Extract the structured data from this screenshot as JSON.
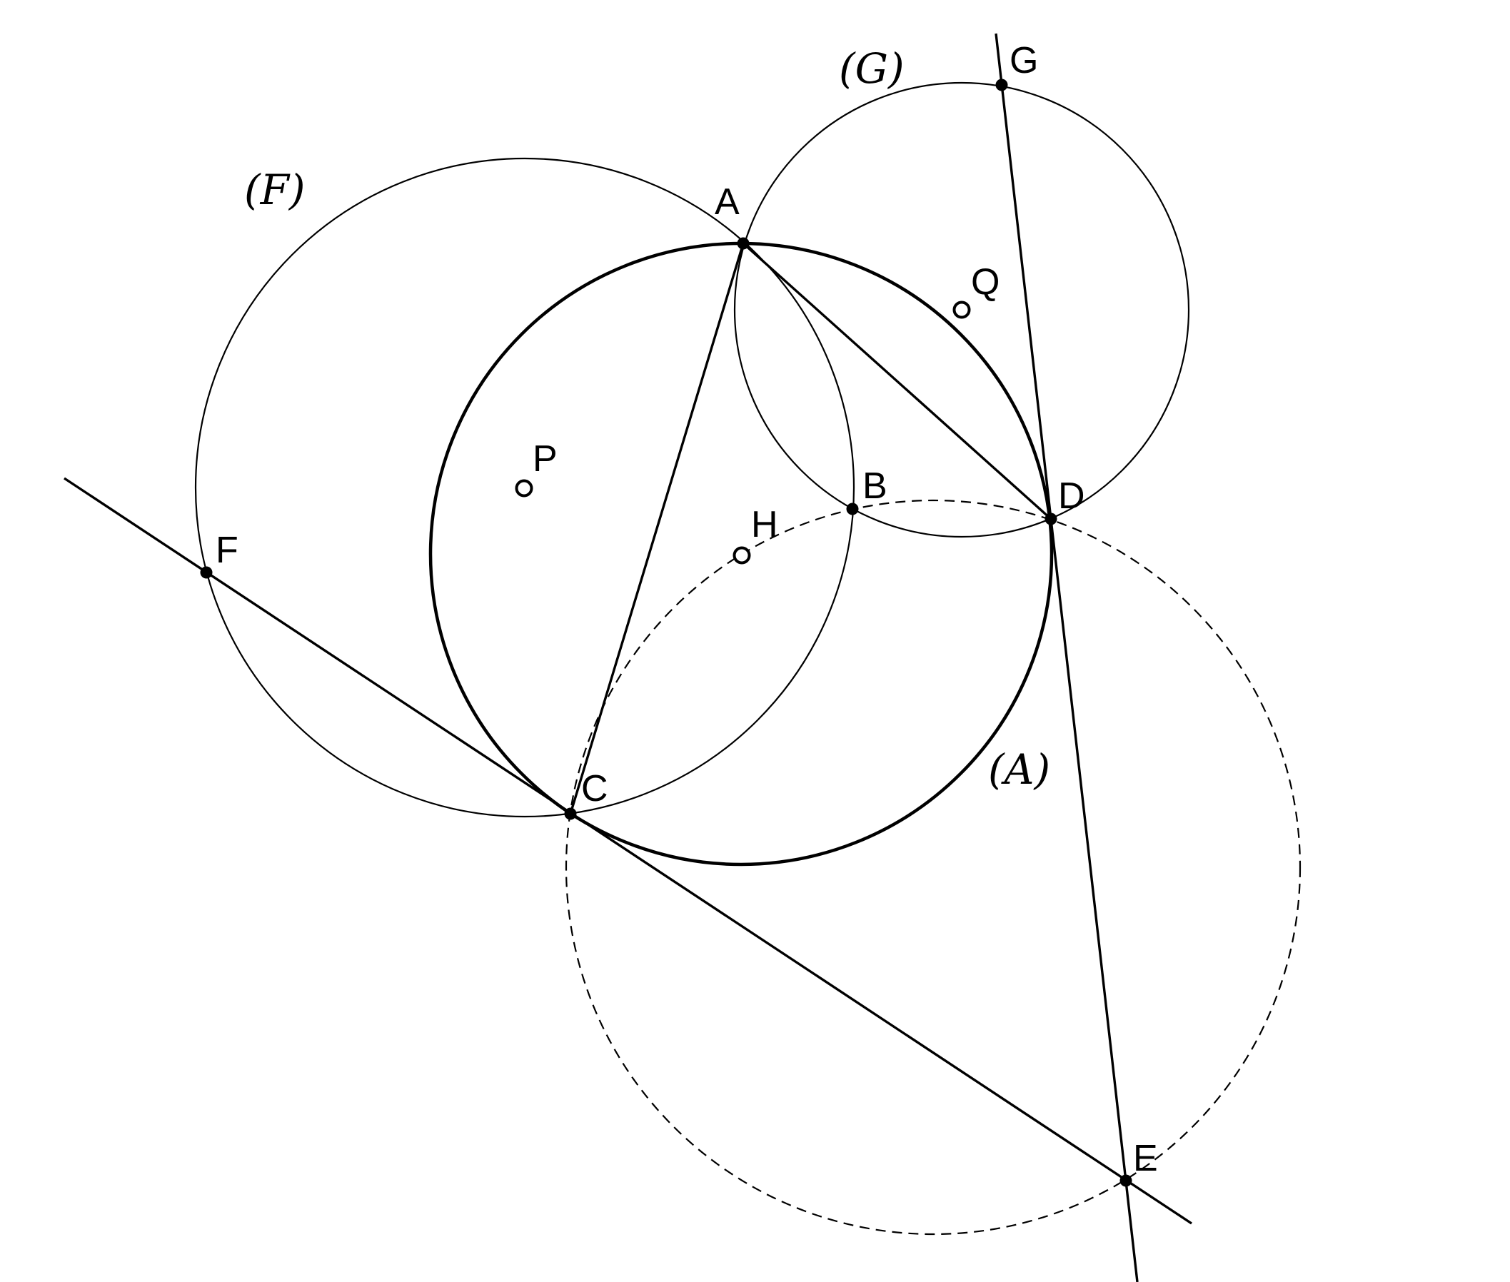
{
  "figure": {
    "points": {
      "A": "A",
      "B": "B",
      "C": "C",
      "D": "D",
      "E": "E",
      "F": "F",
      "G": "G",
      "H": "H",
      "P": "P",
      "Q": "Q"
    },
    "circle_labels": {
      "F": "(F)",
      "G": "(G)",
      "A": "(A)"
    }
  }
}
